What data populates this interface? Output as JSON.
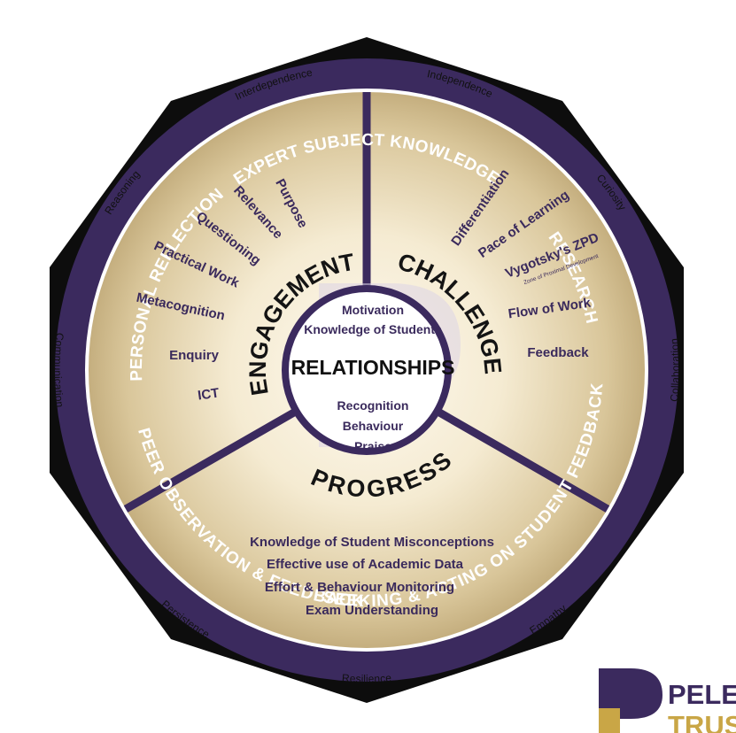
{
  "colors": {
    "purple": "#3b2a5e",
    "gold_light": "#fbf5e6",
    "gold_dark": "#b59c6a",
    "logo_gold": "#c9a646"
  },
  "ring_labels": {
    "top": "EXPERT SUBJECT KNOWLEDGE",
    "right": "RESEARCH",
    "bottom_right": "SEEKING & ACTING ON STUDENT FEEDBACK",
    "bottom_left": "PEER OBSERVATION & FEEDBACK",
    "left": "PERSONAL REFLECTION"
  },
  "outer_labels": {
    "interdependence": "Interdependence",
    "independence": "Independence",
    "curiosity": "Curiosity",
    "collaboration": "Collaboration",
    "empathy": "Empathy",
    "resilience": "Resilience",
    "persistence": "Persistence",
    "communication": "Communication",
    "reasoning": "Reasoning"
  },
  "engagement": {
    "title": "ENGAGEMENT",
    "items": [
      "Purpose",
      "Relevance",
      "Questioning",
      "Practical Work",
      "Metacognition",
      "Enquiry",
      "ICT"
    ]
  },
  "challenge": {
    "title": "CHALLENGE",
    "items": [
      "Differentiation",
      "Pace of Learning",
      "Vygotsky's ZPD",
      "Flow of Work",
      "Feedback"
    ],
    "zpd_sub": "Zone of Proximal Development"
  },
  "progress": {
    "title": "PROGRESS",
    "items": [
      "Knowledge of Student Misconceptions",
      "Effective use of Academic Data",
      "Effort & Behaviour Monitoring",
      "Exam Understanding"
    ]
  },
  "center": {
    "title": "RELATIONSHIPS",
    "top_items": [
      "Motivation",
      "Knowledge of Students"
    ],
    "bottom_items": [
      "Recognition",
      "Behaviour",
      "Praise"
    ]
  },
  "logo": {
    "line1": "PELE",
    "line2": "TRUST"
  }
}
